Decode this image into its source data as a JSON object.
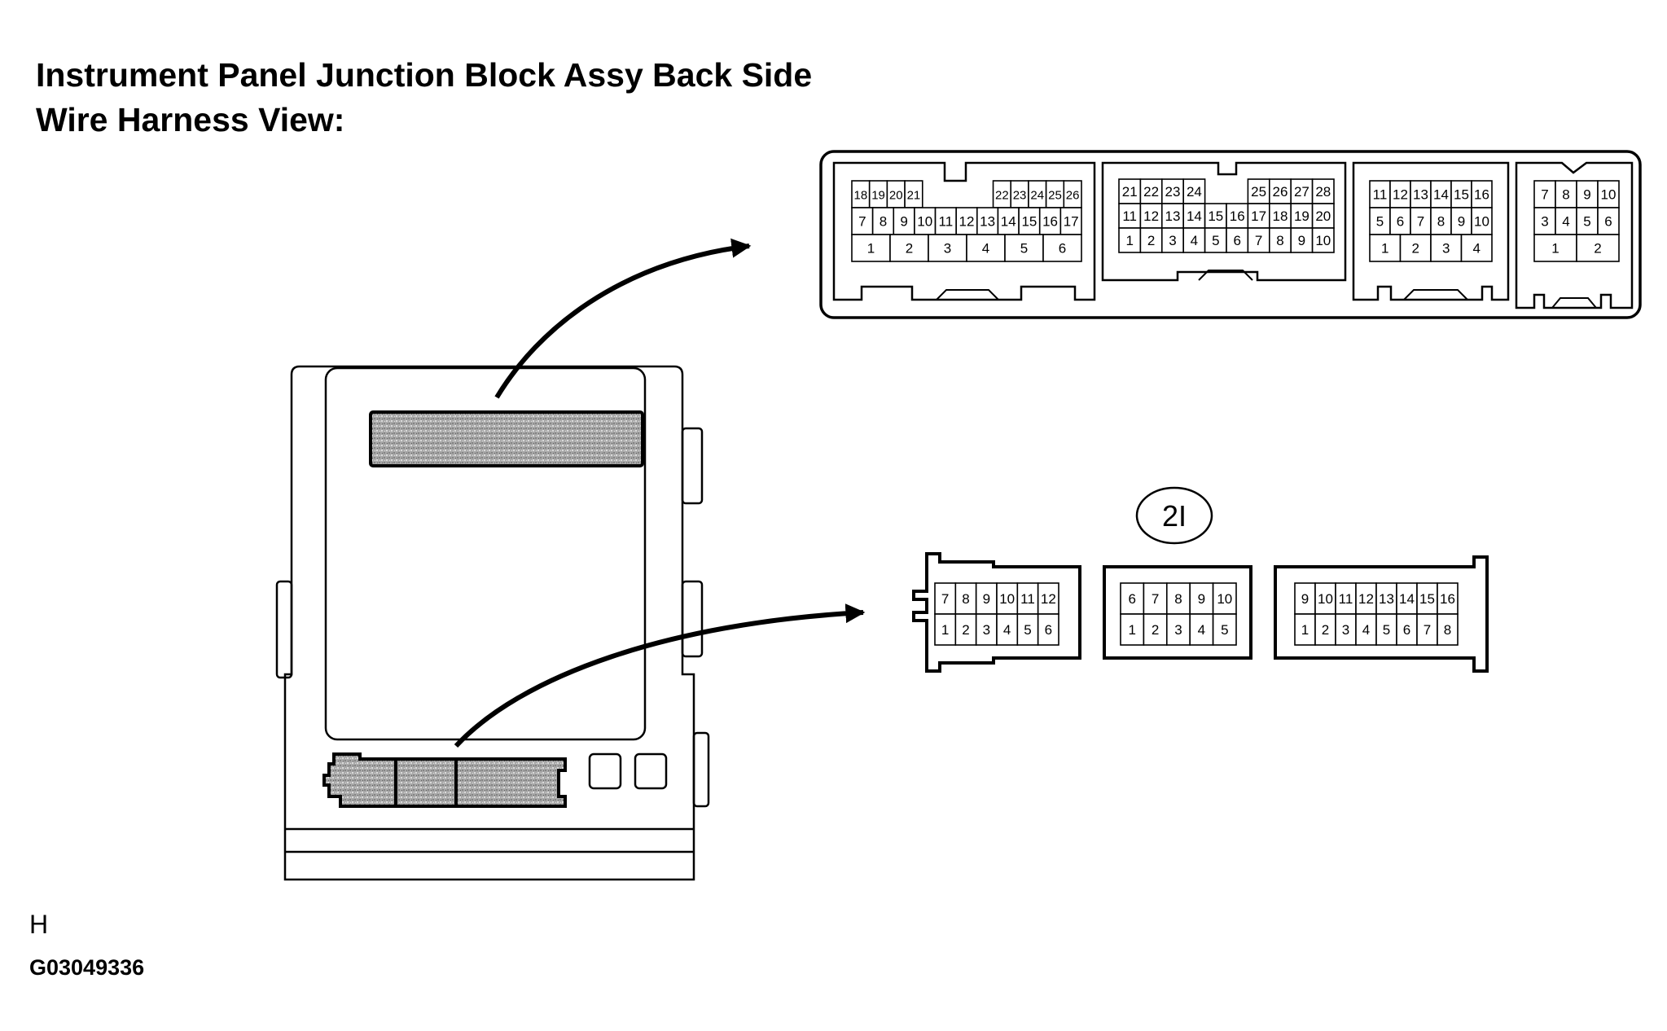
{
  "title_line_1": "Instrument Panel Junction Block Assy Back Side",
  "title_line_2": "Wire Harness View:",
  "connector_label": "2I",
  "code_letter": "H",
  "figure_id": "G03049336",
  "colors": {
    "line": "#000000",
    "background": "#ffffff",
    "shade": "#a8a8a8"
  },
  "upper_connectors": [
    {
      "name": "upper-connector-1",
      "rows": [
        [
          "18",
          "19",
          "20",
          "21",
          "",
          "",
          "",
          "",
          "22",
          "23",
          "24",
          "25",
          "26"
        ],
        [
          "7",
          "8",
          "9",
          "10",
          "11",
          "12",
          "13",
          "14",
          "15",
          "16",
          "17"
        ],
        [
          "1",
          "2",
          "3",
          "4",
          "5",
          "6"
        ]
      ]
    },
    {
      "name": "upper-connector-2",
      "rows": [
        [
          "21",
          "22",
          "23",
          "24",
          "",
          "",
          "25",
          "26",
          "27",
          "28"
        ],
        [
          "11",
          "12",
          "13",
          "14",
          "15",
          "16",
          "17",
          "18",
          "19",
          "20"
        ],
        [
          "1",
          "2",
          "3",
          "4",
          "5",
          "6",
          "7",
          "8",
          "9",
          "10"
        ]
      ]
    },
    {
      "name": "upper-connector-3",
      "rows": [
        [
          "11",
          "12",
          "13",
          "14",
          "15",
          "16"
        ],
        [
          "5",
          "6",
          "7",
          "8",
          "9",
          "10"
        ],
        [
          "1",
          "2",
          "3",
          "4"
        ]
      ]
    },
    {
      "name": "upper-connector-4",
      "rows": [
        [
          "7",
          "8",
          "9",
          "10"
        ],
        [
          "3",
          "4",
          "5",
          "6"
        ],
        [
          "1",
          "2"
        ]
      ]
    }
  ],
  "lower_connectors": [
    {
      "name": "lower-connector-1",
      "rows": [
        [
          "7",
          "8",
          "9",
          "10",
          "11",
          "12"
        ],
        [
          "1",
          "2",
          "3",
          "4",
          "5",
          "6"
        ]
      ]
    },
    {
      "name": "lower-connector-2",
      "rows": [
        [
          "6",
          "7",
          "8",
          "9",
          "10"
        ],
        [
          "1",
          "2",
          "3",
          "4",
          "5"
        ]
      ]
    },
    {
      "name": "lower-connector-3",
      "rows": [
        [
          "9",
          "10",
          "11",
          "12",
          "13",
          "14",
          "15",
          "16"
        ],
        [
          "1",
          "2",
          "3",
          "4",
          "5",
          "6",
          "7",
          "8"
        ]
      ]
    }
  ]
}
